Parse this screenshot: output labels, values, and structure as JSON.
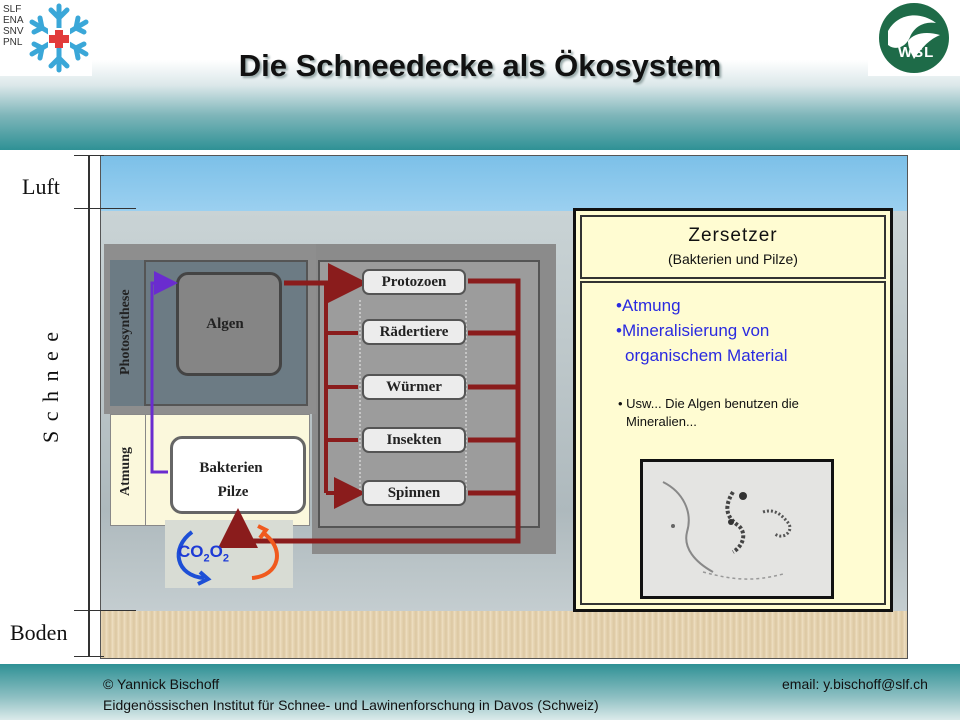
{
  "title": "Die Schneedecke als Ökosystem",
  "logos": {
    "slf_lines": [
      "SLF",
      "ENA",
      "SNV",
      "PNL"
    ],
    "wsl": "WSL"
  },
  "layers": {
    "air": "Luft",
    "snow": "S c h n e e",
    "ground": "Boden"
  },
  "producers": {
    "process_label": "Photosynthese",
    "organism": "Algen"
  },
  "respiration": {
    "process_label": "Atmung",
    "organisms": [
      "Bakterien",
      "Pilze"
    ]
  },
  "consumers": [
    "Protozoen",
    "Rädertiere",
    "Würmer",
    "Insekten",
    "Spinnen"
  ],
  "gas_cycle": {
    "co2": "CO",
    "co2_sub": "2",
    "o2": "O",
    "o2_sub": "2"
  },
  "decomposers": {
    "title": "Zersetzer",
    "subtitle": "(Bakterien und Pilze)",
    "bullets": [
      "Atmung",
      "Mineralisierung von organischem Material"
    ],
    "note": "Usw... Die Algen benutzen die Mineralien..."
  },
  "footer": {
    "author": "© Yannick Bischoff",
    "email": "email: y.bischoff@slf.ch",
    "institute": "Eidgenössischen Institut für Schnee- und Lawinenforschung in Davos (Schweiz)"
  },
  "colors": {
    "teal": "#2f9195",
    "snowflake": "#3aa7d8",
    "arrow_dark": "#8a1c1c",
    "arrow_purple": "#6a2ccf",
    "zersetzer_text": "#2a2ae0"
  }
}
